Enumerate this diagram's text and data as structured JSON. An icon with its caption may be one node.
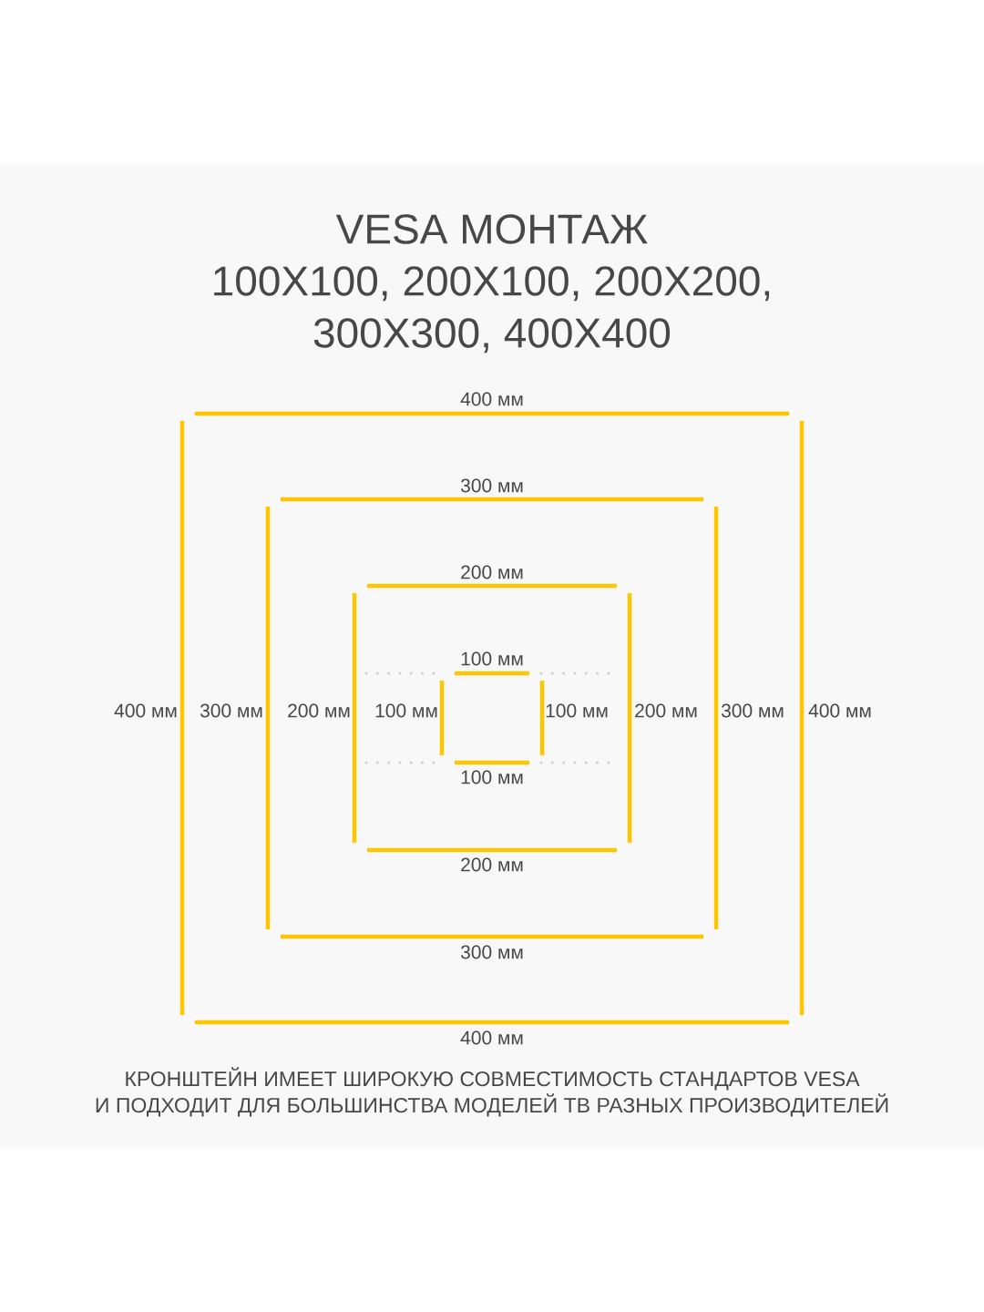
{
  "diagram": {
    "title": "VESA МОНТАЖ 100X100, 200X100, 200X200, 300X300, 400X400",
    "caption": "КРОНШТЕЙН ИМЕЕТ ШИРОКУЮ СОВМЕСТИМОСТЬ СТАНДАРТОВ VESA И ПОДХОДИТ ДЛЯ БОЛЬШИНСТВА МОДЕЛЕЙ ТВ РАЗНЫХ ПРОИЗВОДИТЕЛЕЙ",
    "labels": [
      "400 мм",
      "300 мм",
      "200 мм",
      "100 мм",
      "400 мм",
      "300 мм",
      "200 мм",
      "100 мм",
      "100 мм",
      "200 мм",
      "300 мм",
      "400 мм",
      "100 мм",
      "200 мм",
      "300 мм",
      "400 мм"
    ]
  }
}
